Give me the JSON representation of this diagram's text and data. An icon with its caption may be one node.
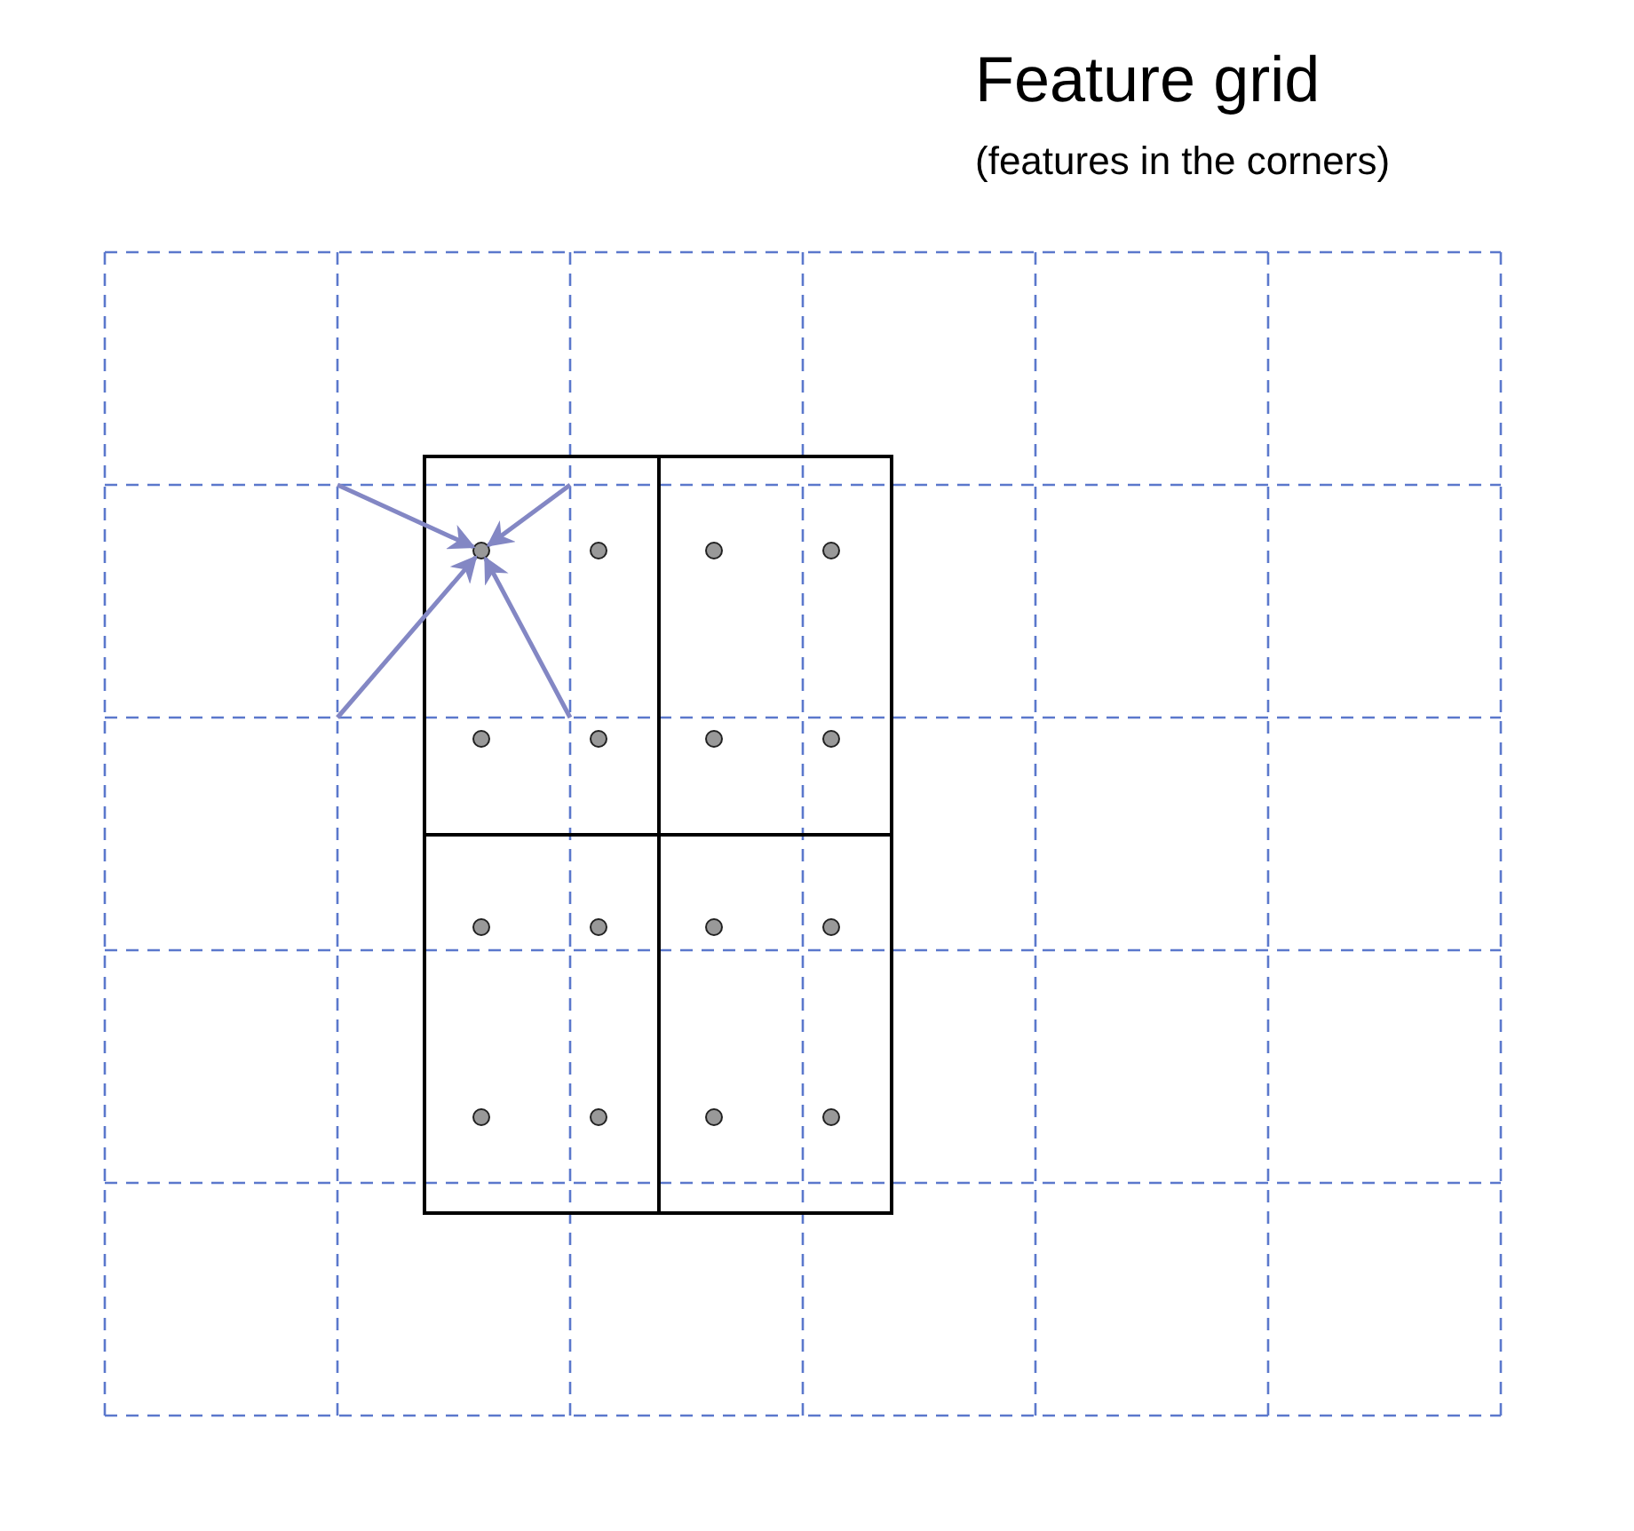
{
  "diagram": {
    "title": "Feature grid",
    "nodes": [
      {
        "text": [],
        "shape": "box"
      },
      {
        "text": [],
        "shape": "circle",
        "in": 0
      },
      {
        "text": [],
        "shape": "circle",
        "in": 0
      },
      {
        "text": [],
        "shape": "circle",
        "in": 0
      },
      {
        "text": [],
        "shape": "circle",
        "in": 0
      },
      {
        "text": [],
        "shape": "box"
      },
      {
        "text": [],
        "shape": "circle",
        "in": 5
      },
      {
        "text": [],
        "shape": "circle",
        "in": 5
      },
      {
        "text": [],
        "shape": "circle",
        "in": 5
      },
      {
        "text": [],
        "shape": "circle",
        "in": 5
      },
      {
        "text": [],
        "shape": "box"
      },
      {
        "text": [],
        "shape": "circle",
        "in": 10
      },
      {
        "text": [],
        "shape": "circle",
        "in": 10
      },
      {
        "text": [],
        "shape": "circle",
        "in": 10
      },
      {
        "text": [],
        "shape": "circle",
        "in": 10
      },
      {
        "text": [],
        "shape": "box"
      },
      {
        "text": [],
        "shape": "circle",
        "in": 15
      },
      {
        "text": [],
        "shape": "circle",
        "in": 15
      },
      {
        "text": [],
        "shape": "circle",
        "in": 15
      },
      {
        "text": [],
        "shape": "circle",
        "in": 15
      }
    ],
    "edges": [
      {
        "from": null,
        "to": 1,
        "arrow": "to"
      },
      {
        "from": null,
        "to": 1,
        "arrow": "to"
      },
      {
        "from": null,
        "to": 1,
        "arrow": "to"
      },
      {
        "from": null,
        "to": 1,
        "arrow": "to"
      }
    ],
    "labels": [
      "(features in the corners)"
    ]
  }
}
